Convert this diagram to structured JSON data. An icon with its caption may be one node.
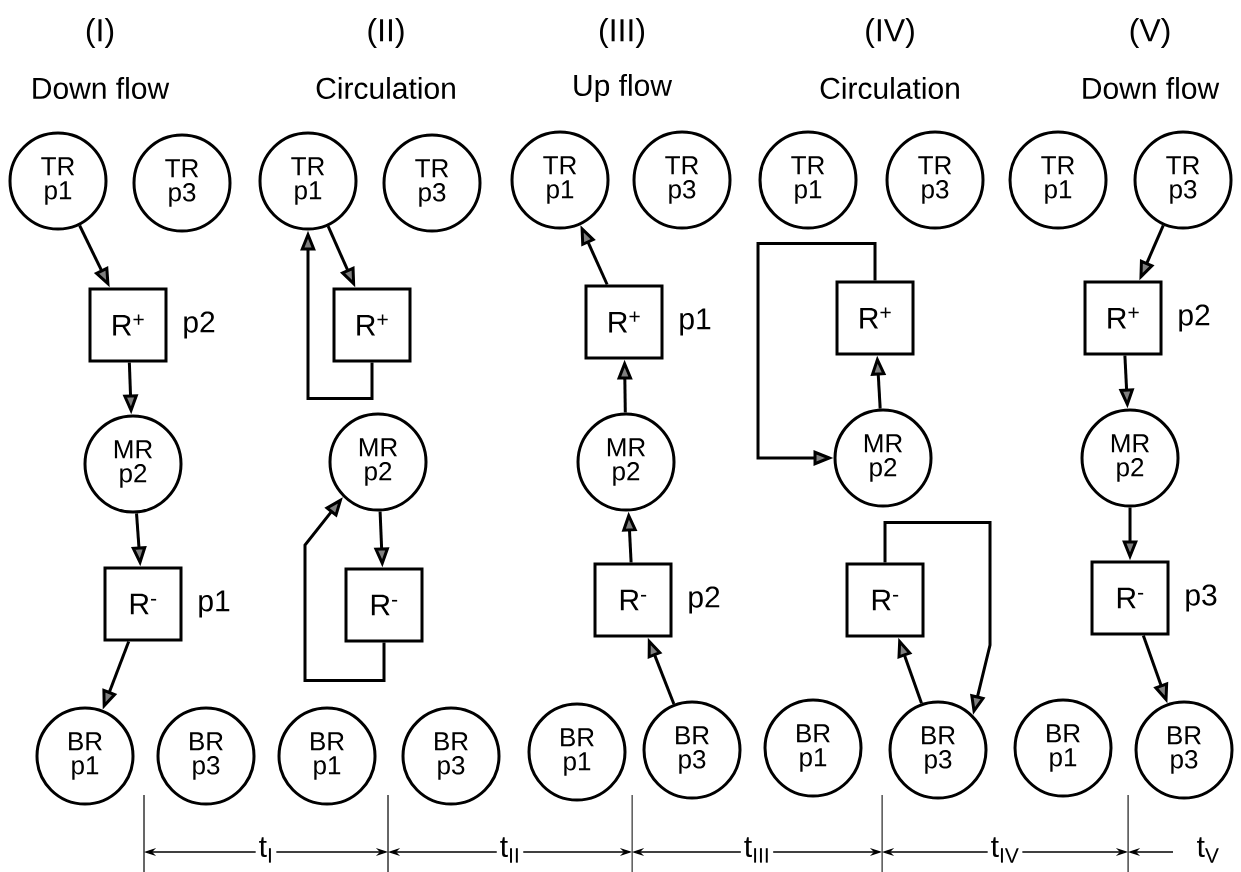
{
  "diagram": {
    "nodes": [
      {
        "text": [
          "TR p1"
        ]
      },
      {
        "text": [
          "TR p3"
        ]
      },
      {
        "text": [
          "TR p1"
        ]
      },
      {
        "text": [
          "TR p3"
        ]
      },
      {
        "text": [
          "TR p1"
        ]
      },
      {
        "text": [
          "TR p3"
        ]
      },
      {
        "text": [
          "TR p1"
        ]
      },
      {
        "text": [
          "TR p3"
        ]
      },
      {
        "text": [
          "TR p1"
        ]
      },
      {
        "text": [
          "TR p3"
        ]
      },
      {
        "text": [
          "R$^{+}$"
        ],
        "beside": [
          "p2"
        ]
      },
      {
        "text": [
          "R$^{+}$"
        ]
      },
      {
        "text": [
          "R$^{+}$"
        ],
        "beside": [
          "p1"
        ]
      },
      {
        "text": [
          "R$^{+}$"
        ]
      },
      {
        "text": [
          "R$^{+}$"
        ],
        "beside": [
          "p2"
        ]
      },
      {
        "text": [
          "MR p2"
        ]
      },
      {
        "text": [
          "MR p2"
        ]
      },
      {
        "text": [
          "MR p2"
        ]
      },
      {
        "text": [
          "MR p2"
        ]
      },
      {
        "text": [
          "MR p2"
        ]
      },
      {
        "text": [
          "R$^{-}$"
        ],
        "beside": [
          "p1"
        ]
      },
      {
        "text": [
          "R$^{-}$"
        ]
      },
      {
        "text": [
          "R$^{-}$"
        ],
        "beside": [
          "p2"
        ]
      },
      {
        "text": [
          "R$^{-}$"
        ]
      },
      {
        "text": [
          "R$^{-}$"
        ],
        "beside": [
          "p3"
        ]
      },
      {
        "text": [
          "BR p1"
        ]
      },
      {
        "text": [
          "BR p3"
        ]
      },
      {
        "text": [
          "BR p1"
        ]
      },
      {
        "text": [
          "BR p3"
        ]
      },
      {
        "text": [
          "BR p1"
        ]
      },
      {
        "text": [
          "BR p3"
        ]
      },
      {
        "text": [
          "BR p1"
        ]
      },
      {
        "text": [
          "BR p3"
        ]
      },
      {
        "text": [
          "BR p1"
        ]
      },
      {
        "text": [
          "BR p3"
        ]
      }
    ],
    "edges": [
      {
        "from": 0,
        "to": 10,
        "arrow": "to"
      },
      {
        "from": 10,
        "to": 15,
        "arrow": "to"
      },
      {
        "from": 15,
        "to": 20,
        "arrow": "to"
      },
      {
        "from": 20,
        "to": 25,
        "arrow": "to"
      },
      {
        "from": 2,
        "to": 11,
        "arrow": "to"
      },
      {
        "from": 11,
        "to": 2,
        "arrow": "to"
      },
      {
        "from": 16,
        "to": 21,
        "arrow": "to"
      },
      {
        "from": 21,
        "to": 16,
        "arrow": "to"
      },
      {
        "from": 12,
        "to": 4,
        "arrow": "to"
      },
      {
        "from": 17,
        "to": 12,
        "arrow": "to"
      },
      {
        "from": 22,
        "to": 17,
        "arrow": "to"
      },
      {
        "from": 30,
        "to": 22,
        "arrow": "to"
      },
      {
        "from": 13,
        "to": 18,
        "arrow": "to"
      },
      {
        "from": 18,
        "to": 13,
        "arrow": "to"
      },
      {
        "from": 32,
        "to": 23,
        "arrow": "to"
      },
      {
        "from": 23,
        "to": 32,
        "arrow": "to"
      },
      {
        "from": 9,
        "to": 14,
        "arrow": "to"
      },
      {
        "from": 14,
        "to": 19,
        "arrow": "to"
      },
      {
        "from": 19,
        "to": 24,
        "arrow": "to"
      },
      {
        "from": 24,
        "to": 34,
        "arrow": "to"
      }
    ],
    "labels": [
      "(I)",
      "Down flow",
      "(II)",
      "Circulation",
      "(III)",
      "Up flow",
      "(IV)",
      "Circulation",
      "(V)",
      "Down flow",
      "t$_{I}$",
      "t$_{II}$",
      "t$_{III}$",
      "t$_{IV}$",
      "t$_{V}$"
    ]
  }
}
